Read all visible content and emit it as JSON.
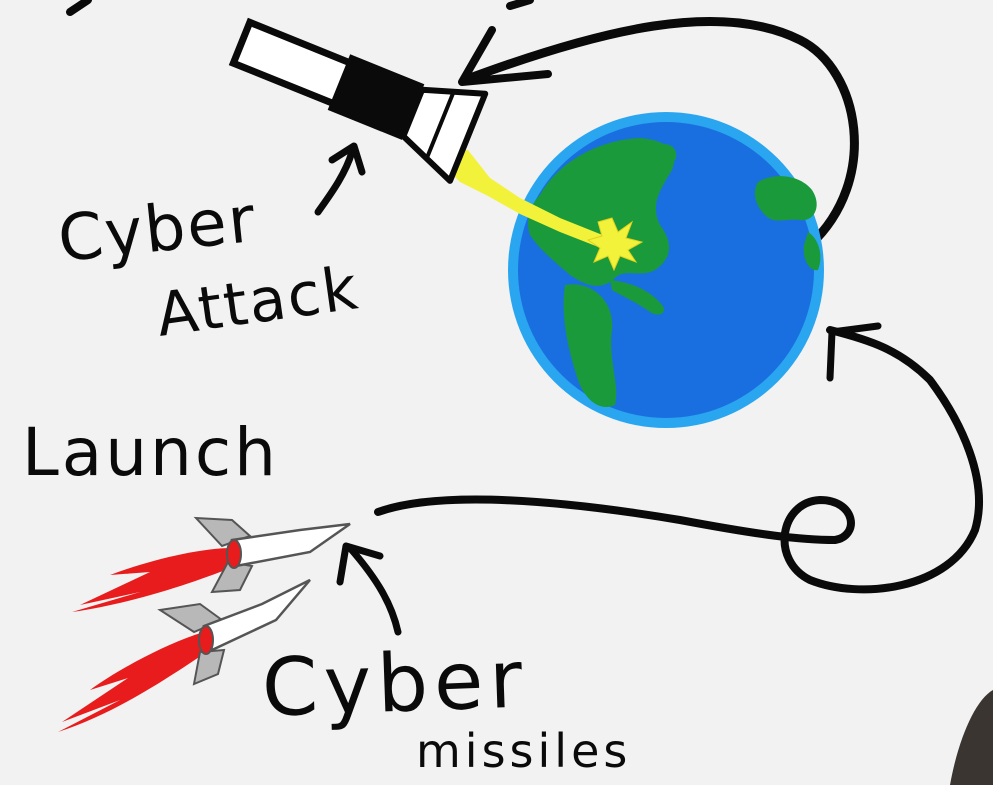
{
  "labels": {
    "cyber_attack_line1": "Cyber",
    "cyber_attack_line2": "Attack",
    "launch": "Launch",
    "cyber_missiles_line1": "Cyber",
    "cyber_missiles_line2": "missiles"
  },
  "colors": {
    "background": "#f2f2f3",
    "ocean": "#1a6fe0",
    "ocean_rim": "#2aa6f0",
    "land": "#1a9a3a",
    "beam": "#f2f23a",
    "flame": "#e81c1c",
    "missile_body": "#ffffff",
    "missile_fin": "#b8b8b8",
    "ink": "#0a0a0a"
  },
  "icons": {
    "earth": "earth-icon",
    "satellite": "satellite-icon",
    "missiles": "missile-icon"
  }
}
